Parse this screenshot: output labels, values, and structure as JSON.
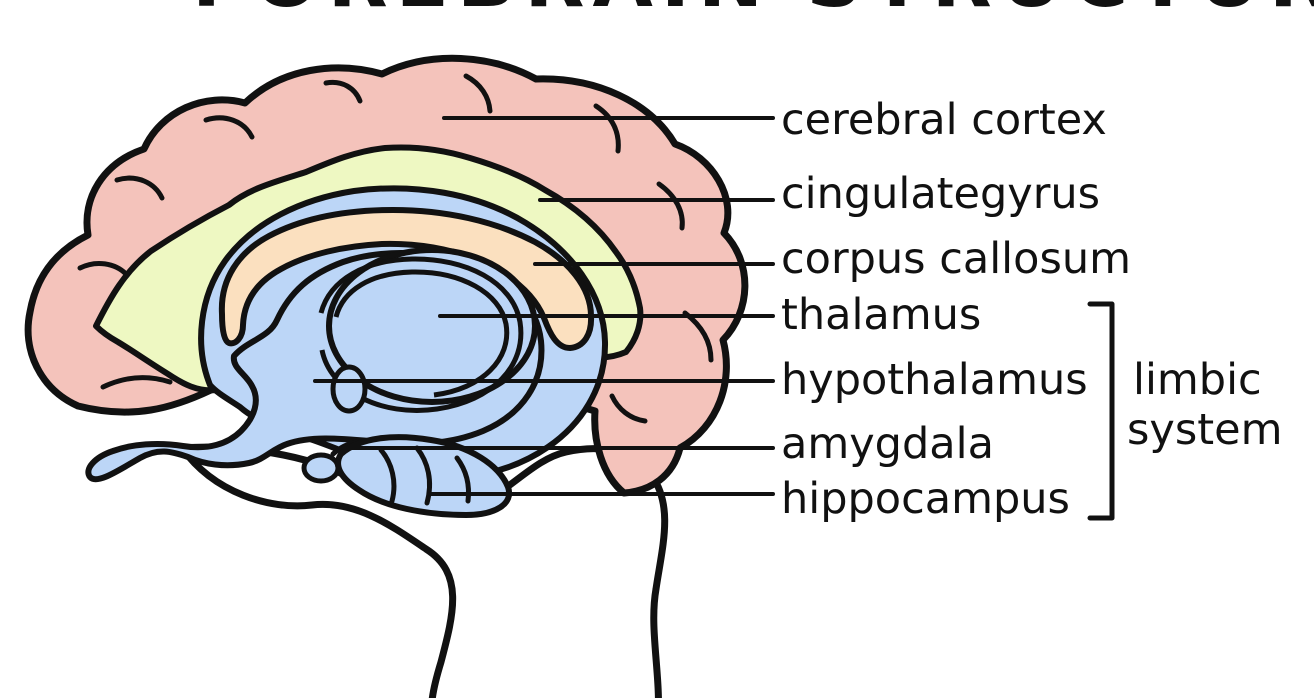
{
  "title": "FOREBRAIN STRUCTURES",
  "labels": {
    "cerebral_cortex": "cerebral cortex",
    "cingulate_gyrus": "cingulategyrus",
    "corpus_callosum": "corpus callosum",
    "thalamus": "thalamus",
    "hypothalamus": "hypothalamus",
    "amygdala": "amygdala",
    "hippocampus": "hippocampus"
  },
  "group_label": {
    "line1": "limbic",
    "line2": "system"
  },
  "colors": {
    "outline": "#111111",
    "cortex": "#f4c3bb",
    "cingulate": "#eef8c2",
    "corpus_callosum": "#fbe0bf",
    "blue_structures": "#bcd6f7",
    "background": "#ffffff"
  }
}
